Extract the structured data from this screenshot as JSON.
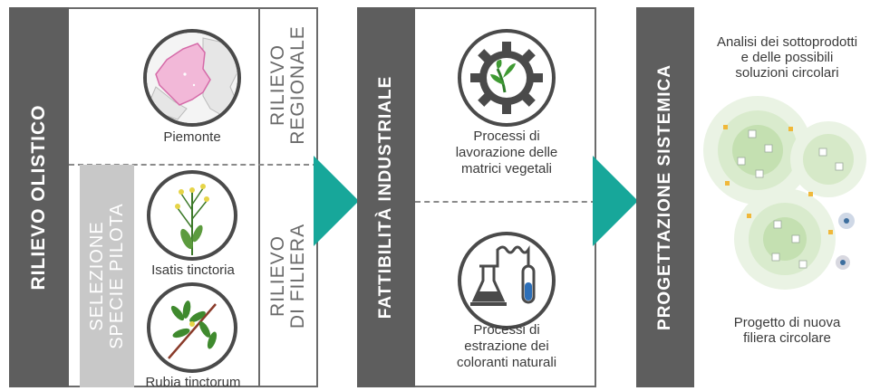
{
  "colors": {
    "dark_bar": "#5e5e5e",
    "light_bar": "#c8c8c8",
    "teal": "#17a79a",
    "region_pink": "#f2b8d8",
    "stroke": "#4a4a4a"
  },
  "section1": {
    "bar_label": "RILIEVO OLISTICO",
    "region_label": "Piemonte",
    "regional_label_line1": "RILIEVO",
    "regional_label_line2": "REGIONALE",
    "species_bar_line1": "SELEZIONE",
    "species_bar_line2": "SPECIE PILOTA",
    "species1_label": "Isatis tinctoria",
    "species2_label": "Rubia tinctorum",
    "filiera_label_line1": "RILIEVO",
    "filiera_label_line2": "DI FILIERA"
  },
  "section2": {
    "bar_label": "FATTIBILITÀ INDUSTRIALE",
    "process1_line1": "Processi di",
    "process1_line2": "lavorazione delle",
    "process1_line3": "matrici vegetali",
    "process2_line1": "Processi di",
    "process2_line2": "estrazione dei",
    "process2_line3": "coloranti naturali",
    "gear_icon": "gear-with-plant-icon",
    "lab_icon": "laboratory-flask-icon"
  },
  "section3": {
    "bar_label": "PROGETTAZIONE SISTEMICA",
    "top_line1": "Analisi dei sottoprodotti",
    "top_line2": "e delle possibili",
    "top_line3": "soluzioni circolari",
    "bottom_line1": "Progetto di nuova",
    "bottom_line2": "filiera circolare"
  }
}
